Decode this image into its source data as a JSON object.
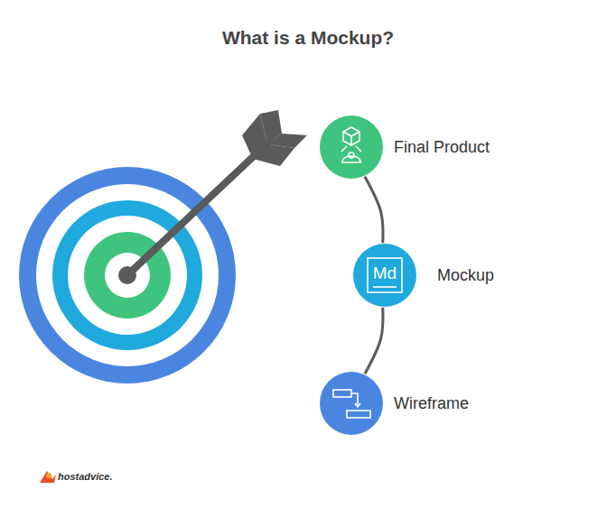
{
  "diagram": {
    "title": "What is a Mockup?",
    "nodes": [
      {
        "text": [
          "Final Product"
        ]
      },
      {
        "text": [
          "Md",
          "Mockup"
        ]
      },
      {
        "text": [
          "Wireframe"
        ]
      }
    ],
    "edges": [
      {
        "from": 0,
        "to": 1,
        "arrow": "none"
      },
      {
        "from": 1,
        "to": 2,
        "arrow": "none"
      }
    ],
    "labels": [
      "hostadvice."
    ]
  }
}
